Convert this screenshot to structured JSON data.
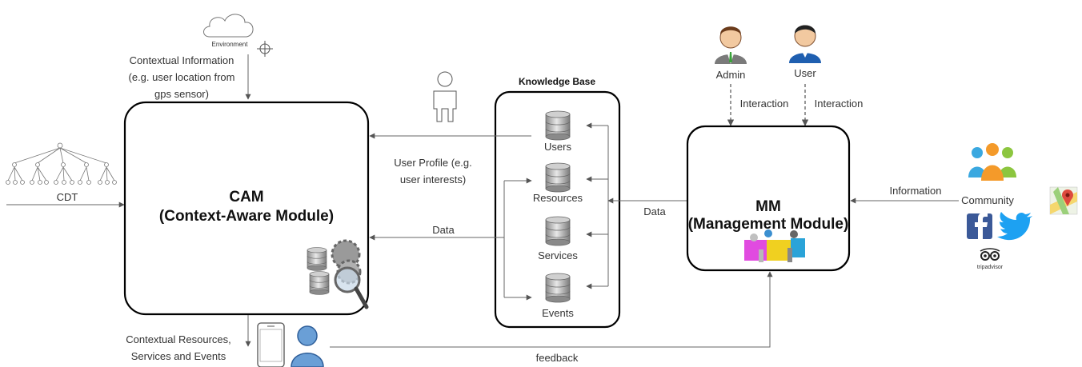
{
  "environment": {
    "label": "Environment"
  },
  "context_info": {
    "lines": [
      "Contextual Information",
      "(e.g. user location from",
      "gps sensor)"
    ]
  },
  "cdt": {
    "label": "CDT"
  },
  "cam": {
    "title": "CAM",
    "subtitle": "(Context-Aware Module)"
  },
  "knowledge_base": {
    "title": "Knowledge Base",
    "items": [
      "Users",
      "Resources",
      "Services",
      "Events"
    ]
  },
  "user_profile": {
    "lines": [
      "User Profile (e.g.",
      "user interests)"
    ]
  },
  "data_left": {
    "label": "Data"
  },
  "data_right": {
    "label": "Data"
  },
  "mm": {
    "title": "MM",
    "subtitle": "(Management Module)"
  },
  "actors": {
    "admin": {
      "label": "Admin",
      "interaction": "Interaction"
    },
    "user": {
      "label": "User",
      "interaction": "Interaction"
    }
  },
  "information": {
    "label": "Information"
  },
  "community": {
    "label": "Community",
    "tripadvisor": "tripadvisor"
  },
  "outputs": {
    "lines": [
      "Contextual Resources,",
      "Services and Events"
    ]
  },
  "feedback": {
    "label": "feedback"
  },
  "colors": {
    "border": "#000000",
    "line": "#666666",
    "facebook": "#3b5998",
    "twitter": "#1da1f2"
  }
}
